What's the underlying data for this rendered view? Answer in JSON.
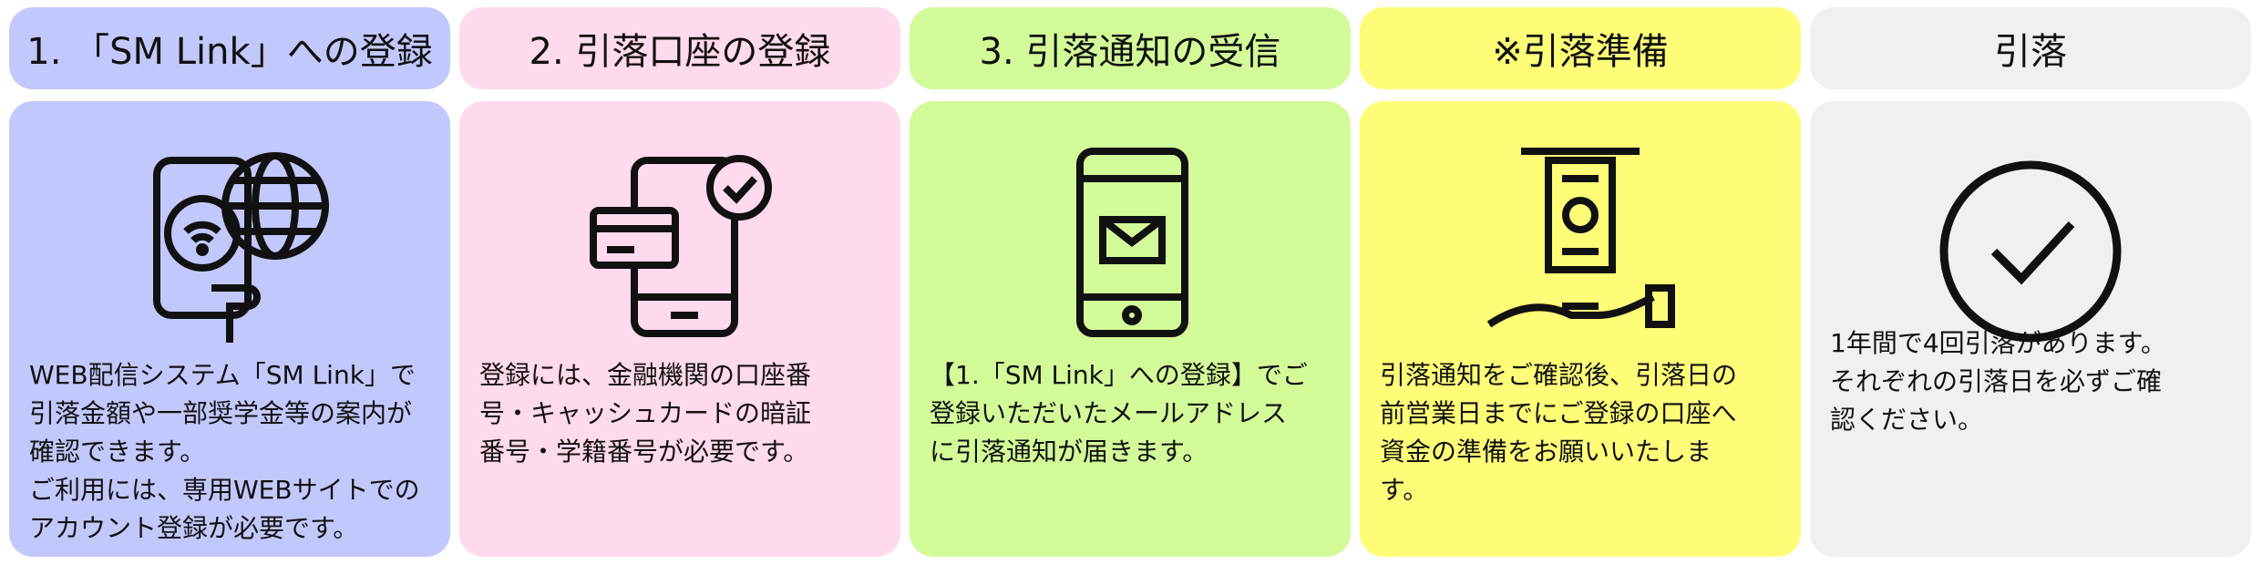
{
  "steps": [
    {
      "title": "1. 「SM Link」への登録",
      "icon": "phone-globe-icon",
      "color": "#c2c8fc",
      "text": "WEB配信システム「SM Link」で\n引落金額や一部奨学金等の案内が\n確認できます。\nご利用には、専用WEBサイトでの\nアカウント登録が必要です。"
    },
    {
      "title": "2. 引落口座の登録",
      "icon": "phone-card-check-icon",
      "color": "#ffd9ec",
      "text": "登録には、金融機関の口座番\n号・キャッシュカードの暗証\n番号・学籍番号が必要です。"
    },
    {
      "title": "3. 引落通知の受信",
      "icon": "phone-mail-icon",
      "color": "#d3fa98",
      "text": "【1.「SM Link」への登録】でご\n登録いただいたメールアドレス\nに引落通知が届きます。"
    },
    {
      "title": "※引落準備",
      "icon": "atm-cash-hand-icon",
      "color": "#fdfd78",
      "text": "引落通知をご確認後、引落日の\n前営業日までにご登録の口座へ\n資金の準備をお願いいたしま\nす。"
    },
    {
      "title": "引落",
      "icon": "check-circle-icon",
      "color": "#f0f0f0",
      "text": "1年間で4回引落があります。\nそれぞれの引落日を必ずご確\n認ください。"
    }
  ]
}
